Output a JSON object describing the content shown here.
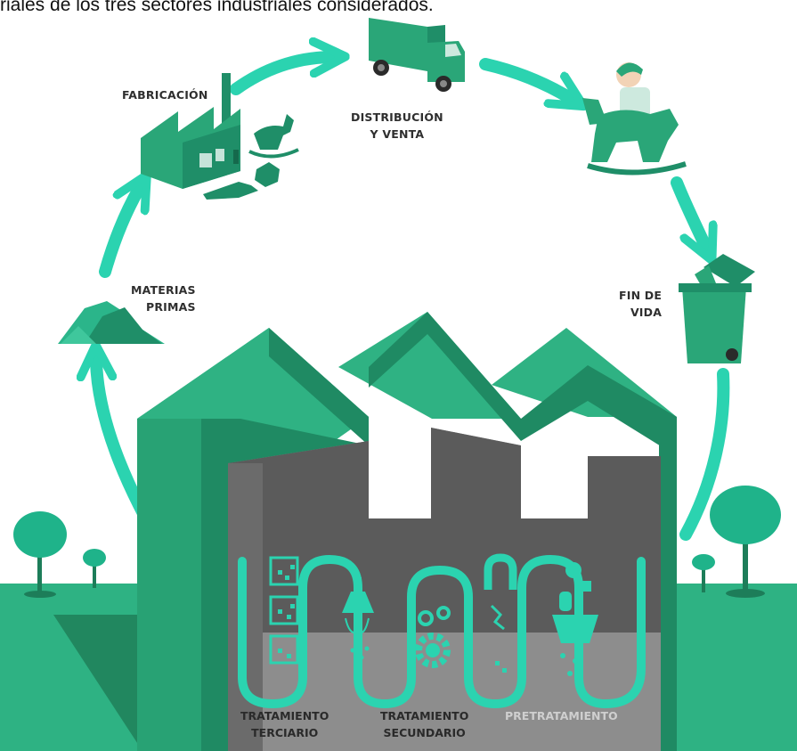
{
  "caption": "riales de los tres sectores industriales considerados.",
  "stages": {
    "fabricacion": "FABRICACIÓN",
    "distribucion": [
      "DISTRIBUCIÓN",
      "Y VENTA"
    ],
    "materias": [
      "MATERIAS",
      "PRIMAS"
    ],
    "fin_vida": [
      "FIN DE",
      "VIDA"
    ]
  },
  "treatments": {
    "terciario": [
      "TRATAMIENTO",
      "TERCIARIO"
    ],
    "secundario": [
      "TRATAMIENTO",
      "SECUNDARIO"
    ],
    "pretratamiento": "PRETRATAMIENTO"
  },
  "colors": {
    "teal": "#2bd3b0",
    "green_dark": "#1f8a63",
    "green_mid": "#28a274",
    "green_light": "#3fb98a"
  }
}
